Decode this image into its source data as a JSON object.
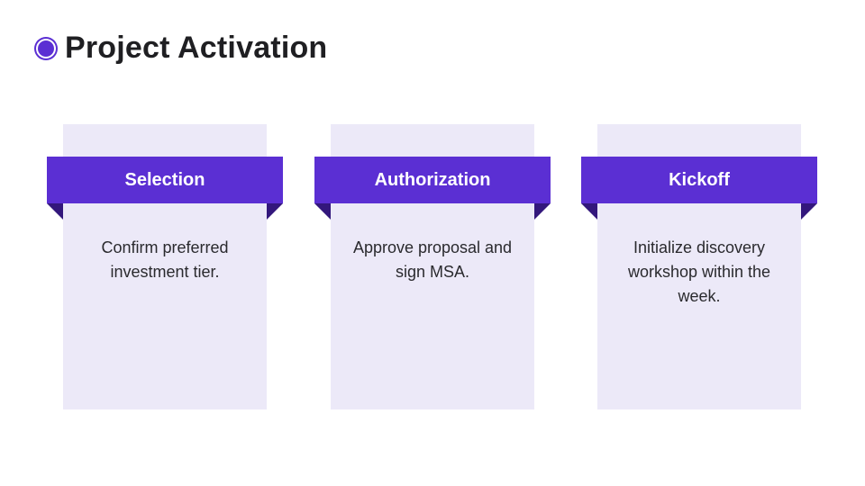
{
  "header": {
    "title": "Project Activation",
    "icon": "bullet-circle-icon"
  },
  "colors": {
    "accent": "#5b2fd3",
    "ribbon_shadow": "#33177c",
    "card_bg": "#ece9f8",
    "text": "#1f1f22"
  },
  "cards": [
    {
      "title": "Selection",
      "description": "Confirm preferred investment tier."
    },
    {
      "title": "Authorization",
      "description": "Approve proposal and sign MSA."
    },
    {
      "title": "Kickoff",
      "description": "Initialize discovery workshop within the week."
    }
  ]
}
